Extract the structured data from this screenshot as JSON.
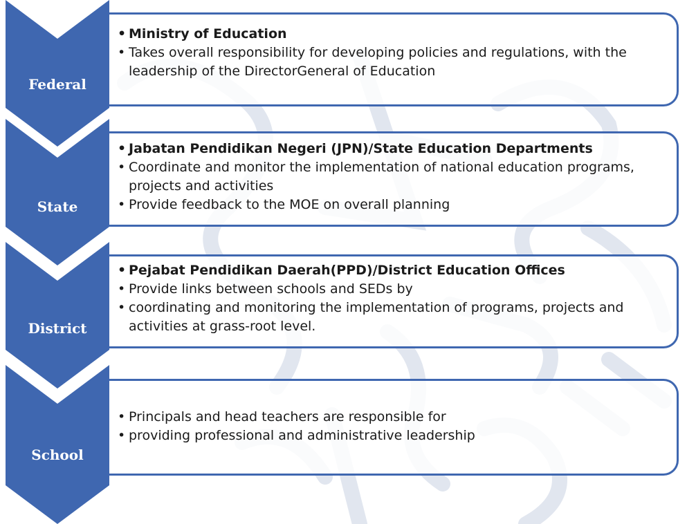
{
  "levels": [
    {
      "name": "Federal",
      "lines": [
        {
          "text": "Ministry of Education",
          "bold": true
        },
        {
          "text": "Takes overall responsibility for developing policies and regulations, with the leadership of the DirectorGeneral of Education",
          "bold": false
        }
      ]
    },
    {
      "name": "State",
      "lines": [
        {
          "text": "Jabatan Pendidikan Negeri (JPN)/State Education Departments",
          "bold": true
        },
        {
          "text": "Coordinate and monitor the implementation of national education programs, projects and activities",
          "bold": false
        },
        {
          "text": "Provide feedback to the MOE on overall planning",
          "bold": false
        }
      ]
    },
    {
      "name": "District",
      "lines": [
        {
          "text": "Pejabat Pendidikan Daerah(PPD)/District Education Offices",
          "bold": true
        },
        {
          "text": "Provide links between schools and SEDs by",
          "bold": false
        },
        {
          "text": "coordinating and monitoring the implementation of programs, projects and activities at grass-root level.",
          "bold": false
        }
      ]
    },
    {
      "name": "School",
      "lines": [
        {
          "text": "Principals and head teachers are responsible for",
          "bold": false
        },
        {
          "text": "providing professional and administrative leadership",
          "bold": false
        }
      ]
    }
  ],
  "colors": {
    "chevron": "#3f67b0",
    "border": "#3f67b0",
    "watermark": "#dfe4ee"
  }
}
